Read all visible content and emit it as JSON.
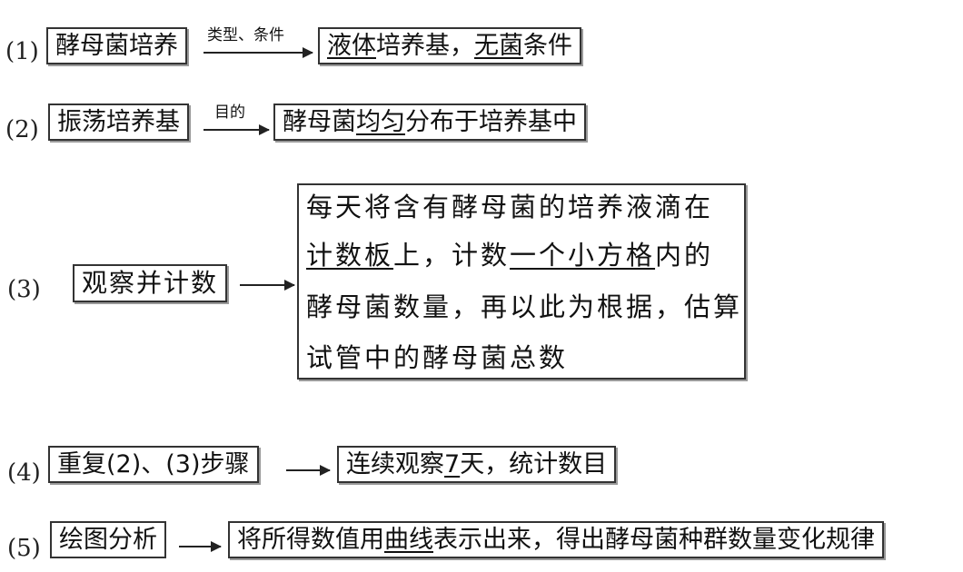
{
  "row1": {
    "num": "(1)",
    "box_a": "酵母菌培养",
    "arrow_label": "类型、条件",
    "box_b_p1": "液体",
    "box_b_p2": "培养基，",
    "box_b_p3": "无菌",
    "box_b_p4": "条件"
  },
  "row2": {
    "num": "(2)",
    "box_a": "振荡培养基",
    "arrow_label": "目的",
    "box_b_p1": "酵母菌",
    "box_b_p2": "均匀",
    "box_b_p3": "分布于培养基中"
  },
  "row3": {
    "num": "(3)",
    "box_a": "观察并计数",
    "line1": "每天将含有酵母菌的培养液滴在",
    "line2_p1": "计数板",
    "line2_p2": "上，计数",
    "line2_p3": "一个小方格",
    "line2_p4": "内的",
    "line3": "酵母菌数量，再以此为根据，估算",
    "line4": "试管中的酵母菌总数"
  },
  "row4": {
    "num": "(4)",
    "box_a": "重复(2)、(3)步骤",
    "box_b_p1": "连续观察",
    "box_b_p2": "7",
    "box_b_p3": "天，统计数目"
  },
  "row5": {
    "num": "(5)",
    "box_a": "绘图分析",
    "box_b_p1": "将所得数值用",
    "box_b_p2": "曲线",
    "box_b_p3": "表示出来，得出酵母菌种群数量变化规律"
  }
}
